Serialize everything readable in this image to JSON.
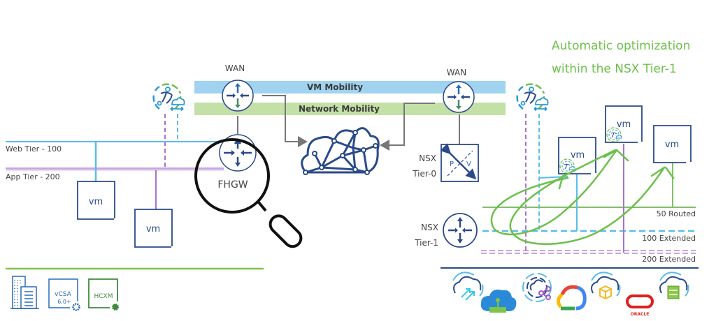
{
  "title": {
    "line1": "Automatic optimization",
    "line2": "within the NSX Tier-1",
    "color": "#6cc04a"
  },
  "bands": {
    "vm_mobility": {
      "label": "VM Mobility",
      "color": "#9fd3ef"
    },
    "network_mobility": {
      "label": "Network Mobility",
      "color": "#c3e0a6"
    }
  },
  "left_site": {
    "wan_label": "WAN",
    "fhgw_label": "FHGW",
    "segments": [
      {
        "label": "Web Tier - 100",
        "color": "#5bbde8"
      },
      {
        "label": "App Tier - 200",
        "color": "#a872d0"
      }
    ],
    "vms": [
      {
        "label": "vm"
      },
      {
        "label": "vm"
      }
    ],
    "bottom_icons": [
      {
        "name": "datacenter-building-icon",
        "label": ""
      },
      {
        "name": "vcsa-icon",
        "label": "vCSA",
        "sublabel": "6.0+"
      },
      {
        "name": "hcxm-icon",
        "label": "HCXM"
      }
    ]
  },
  "right_site": {
    "wan_label": "WAN",
    "tier0": {
      "line1": "NSX",
      "line2": "Tier-0",
      "p": "P",
      "v": "V"
    },
    "tier1": {
      "line1": "NSX",
      "line2": "Tier-1"
    },
    "vms": [
      {
        "label": "vm"
      },
      {
        "label": "vm"
      },
      {
        "label": "vm"
      }
    ],
    "segments": [
      {
        "label": "50 Routed",
        "color": "#7fbf6a"
      },
      {
        "label": "100 Extended",
        "color": "#5bbde8"
      },
      {
        "label": "200 Extended",
        "color": "#a872d0"
      }
    ],
    "cloud_providers": [
      {
        "name": "vmware-cloud-migrate-icon"
      },
      {
        "name": "azure-cloud-icon"
      },
      {
        "name": "cloud-network-icon"
      },
      {
        "name": "google-cloud-icon"
      },
      {
        "name": "cloud-package-icon"
      },
      {
        "name": "oracle-cloud-icon",
        "label": "ORACLE"
      },
      {
        "name": "cloud-storage-icon"
      }
    ]
  },
  "colors": {
    "navy": "#2a4a8a",
    "blue": "#5bbde8",
    "purple": "#a872d0",
    "green": "#6cc04a",
    "gray": "#777777"
  }
}
